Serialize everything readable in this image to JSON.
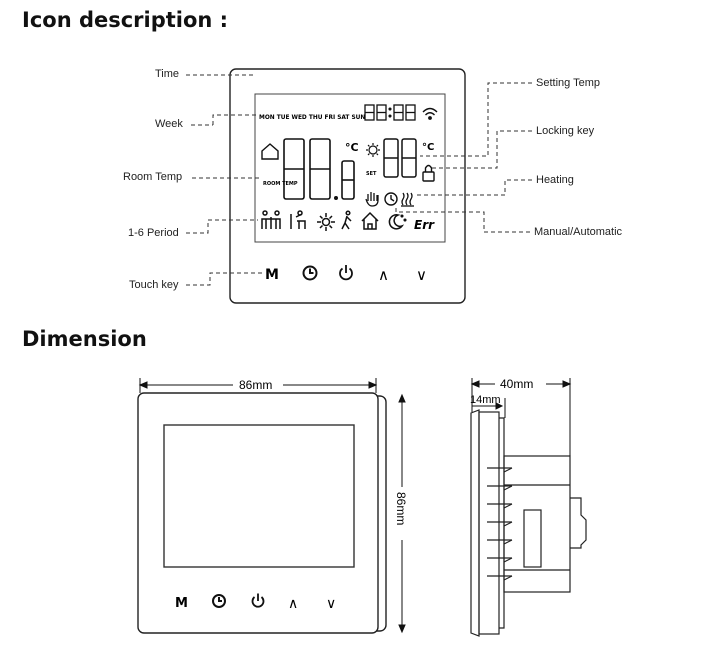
{
  "headings": {
    "icon_description": "Icon description :",
    "dimension": "Dimension"
  },
  "labels": {
    "time": "Time",
    "week": "Week",
    "room_temp": "Room Temp",
    "period": "1-6 Period",
    "touch_key": "Touch key",
    "setting_temp": "Setting Temp",
    "locking_key": "Locking key",
    "heating": "Heating",
    "manual_automatic": "Manual/Automatic"
  },
  "display": {
    "week_days": "MON TUE WED THU FRI SAT SUN",
    "room_label": "ROOM TEMP",
    "set_label": "SET",
    "celsius": "°C",
    "err": "Err"
  },
  "keys": {
    "m": "M",
    "up": "∧",
    "down": "∨"
  },
  "dimensions": {
    "width": "86mm",
    "height": "86mm",
    "depth": "40mm",
    "front_depth": "14mm"
  }
}
